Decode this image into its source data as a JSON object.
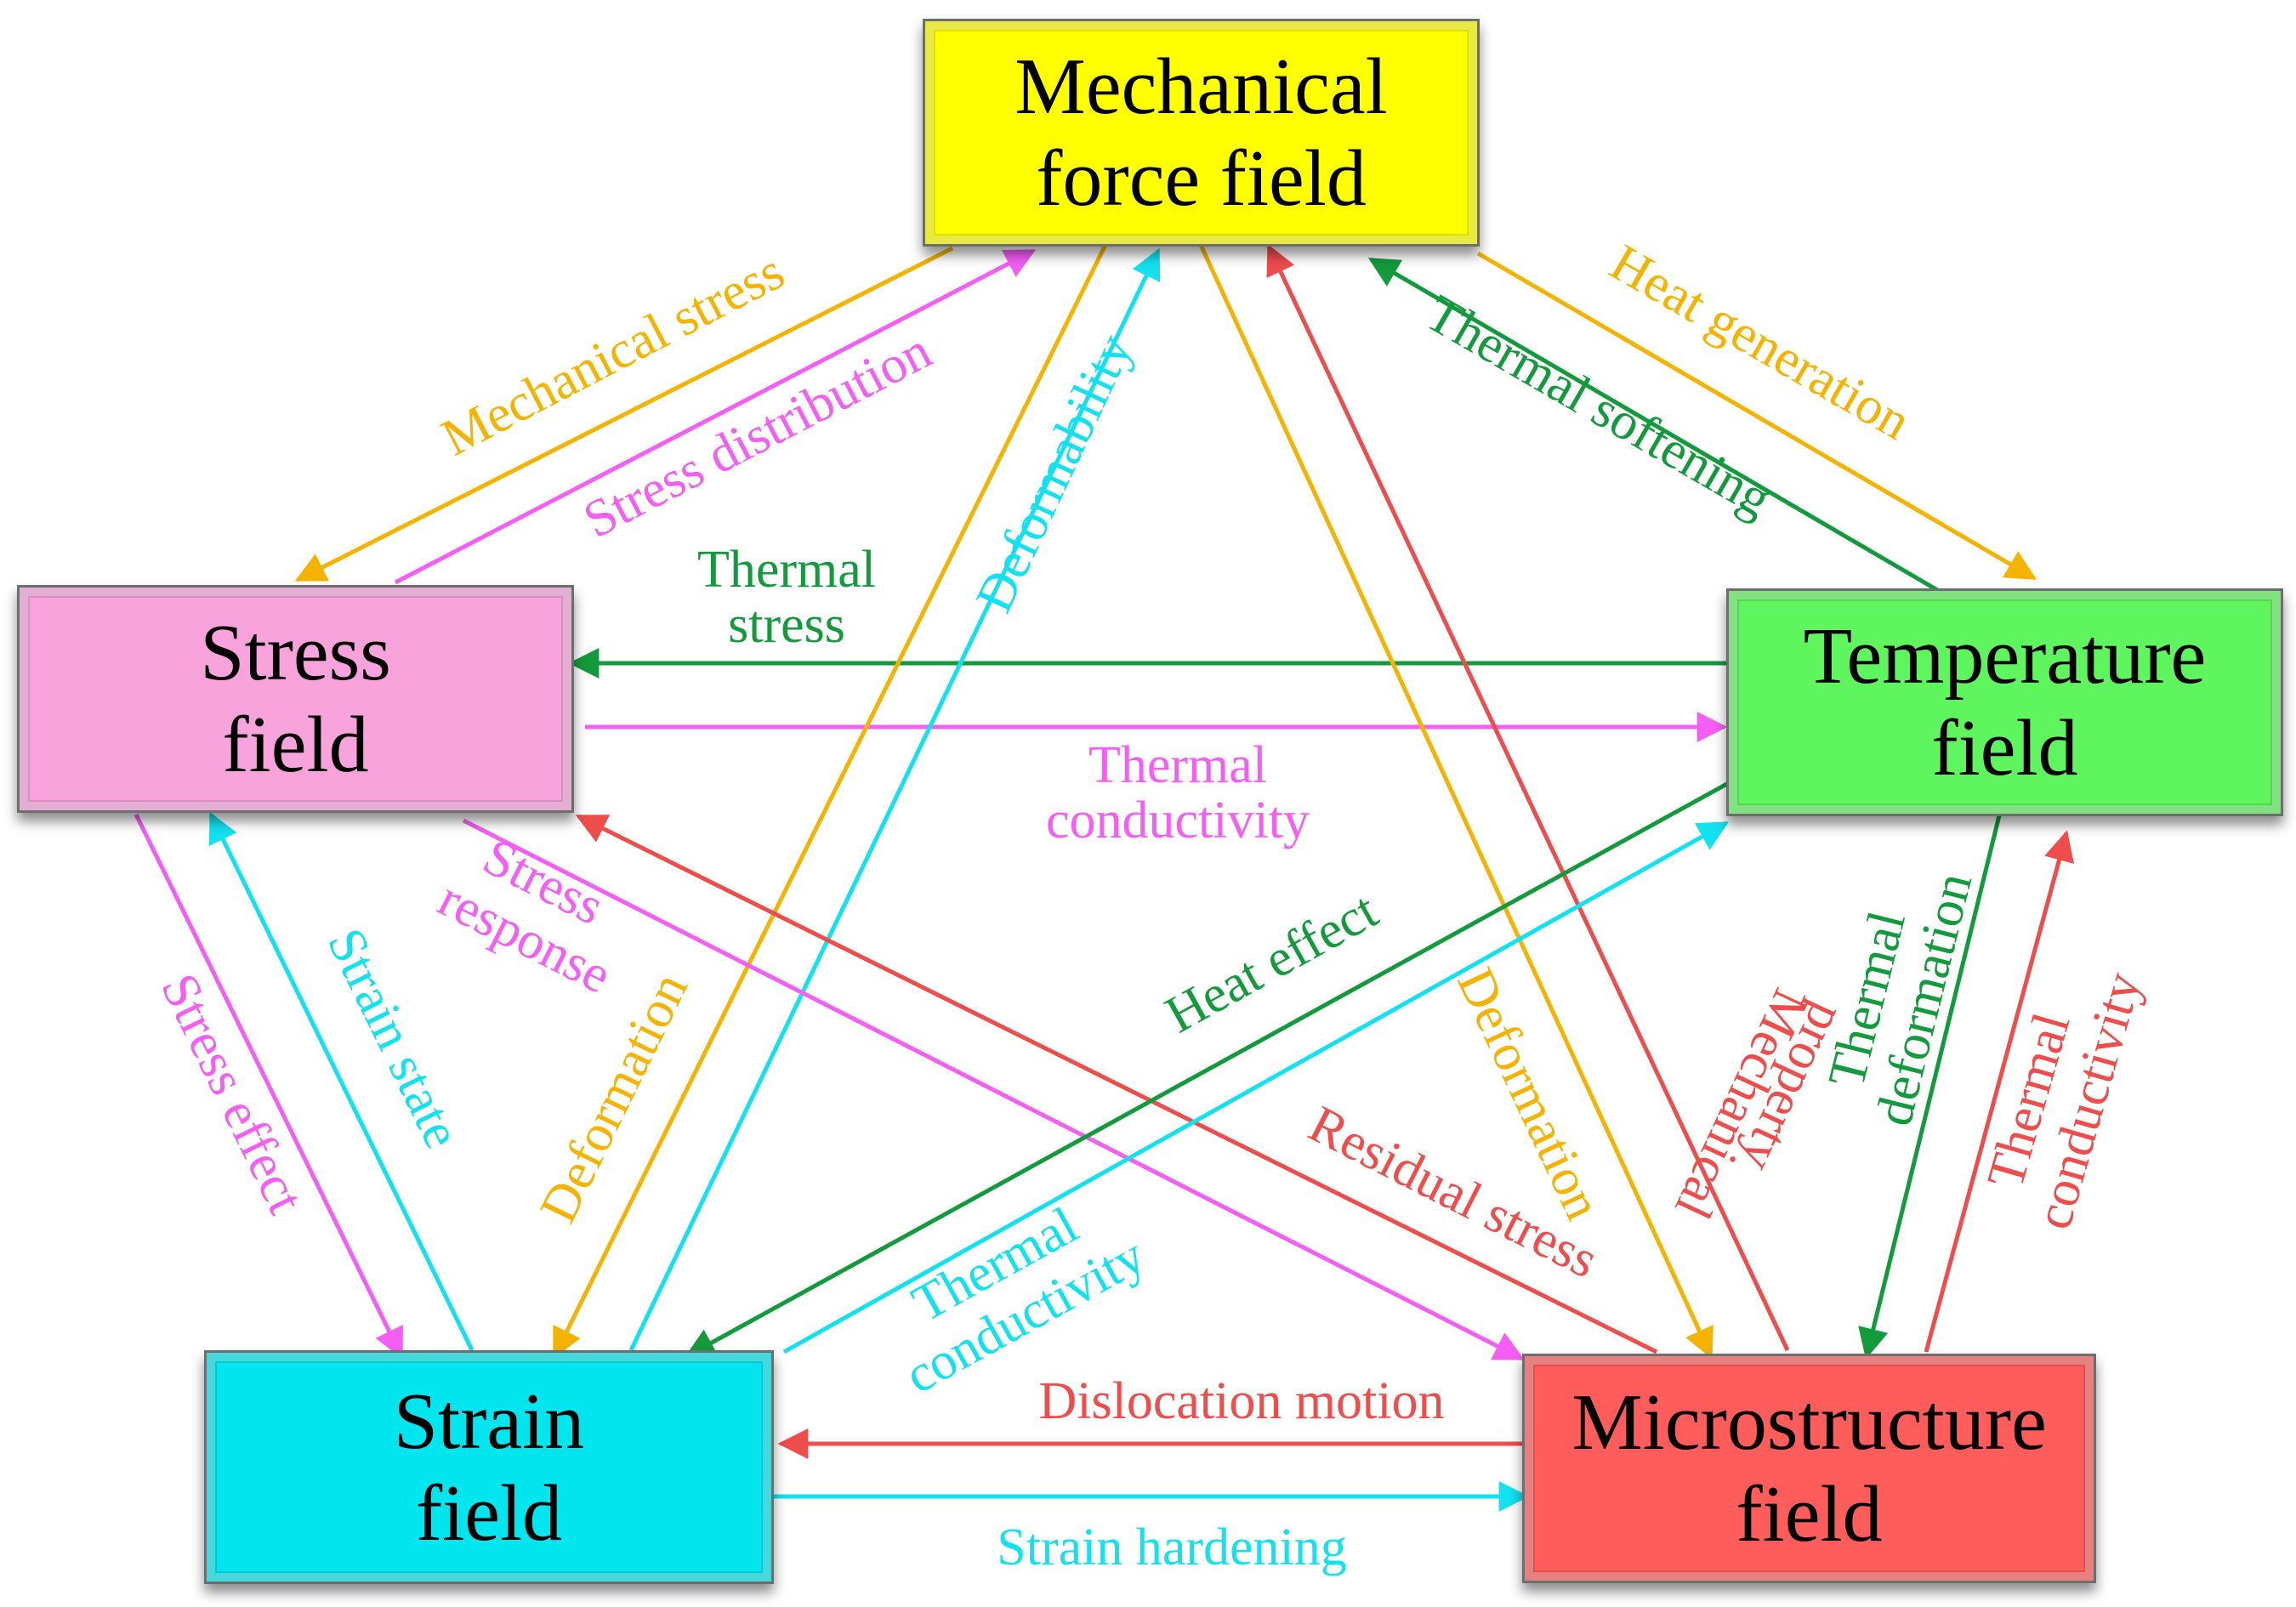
{
  "nodes": {
    "mechanical": {
      "line1": "Mechanical",
      "line2": "force field",
      "color": "#ffff00"
    },
    "stress": {
      "line1": "Stress",
      "line2": "field",
      "color": "#f9a3dd"
    },
    "temperature": {
      "line1": "Temperature",
      "line2": "field",
      "color": "#5ff55f"
    },
    "strain": {
      "line1": "Strain",
      "line2": "field",
      "color": "#00e5ee"
    },
    "microstructure": {
      "line1": "Microstructure",
      "line2": "field",
      "color": "#ff5c5c"
    }
  },
  "colors": {
    "orange": "#f5b300",
    "magenta": "#f45ef4",
    "green": "#129a3c",
    "cyan": "#12e1f0",
    "red": "#ef4c4c"
  },
  "labels": {
    "mechanical_stress": "Mechanical stress",
    "stress_distribution": "Stress distribution",
    "heat_generation": "Heat generation",
    "thermal_softening": "Thermal softening",
    "thermal_stress_1": "Thermal",
    "thermal_stress_2": "stress",
    "thermal_conductivity_a_1": "Thermal",
    "thermal_conductivity_a_2": "conductivity",
    "deformability": "Deformability",
    "stress_response_1": "Stress",
    "stress_response_2": "response",
    "stress_effect": "Stress effect",
    "strain_state": "Strain state",
    "deformation_left": "Deformation",
    "heat_effect": "Heat effect",
    "deformation_right": "Deformation",
    "mechanical_property_1": "Mechanical",
    "mechanical_property_2": "property",
    "thermal_deformation_1": "Thermal",
    "thermal_deformation_2": "deformation",
    "thermal_conductivity_c_1": "Thermal",
    "thermal_conductivity_c_2": "conductivity",
    "residual_stress": "Residual stress",
    "thermal_conductivity_b_1": "Thermal",
    "thermal_conductivity_b_2": "conductivity",
    "dislocation_motion": "Dislocation motion",
    "strain_hardening": "Strain hardening"
  }
}
